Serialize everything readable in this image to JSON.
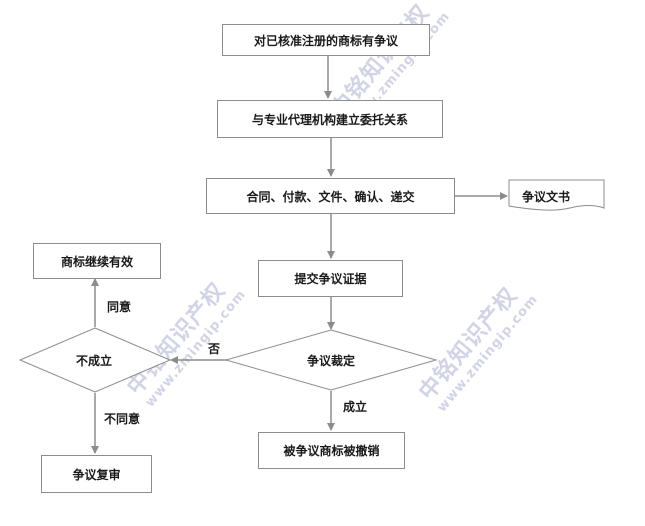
{
  "nodes": {
    "dispute": "对已核准注册的商标有争议",
    "agency": "与专业代理机构建立委托关系",
    "submit": "合同、付款、文件、确认、递交",
    "doc": "争议文书",
    "evidence": "提交争议证据",
    "ruling": "争议裁定",
    "revoked": "被争议商标被撤销",
    "notEstablished": "不成立",
    "valid": "商标继续有效",
    "review": "争议复审"
  },
  "edges": {
    "no": "否",
    "established": "成立",
    "agree": "同意",
    "disagree": "不同意"
  },
  "watermark": {
    "text": "中铭知识产权",
    "url": "www.zmingip.com"
  }
}
